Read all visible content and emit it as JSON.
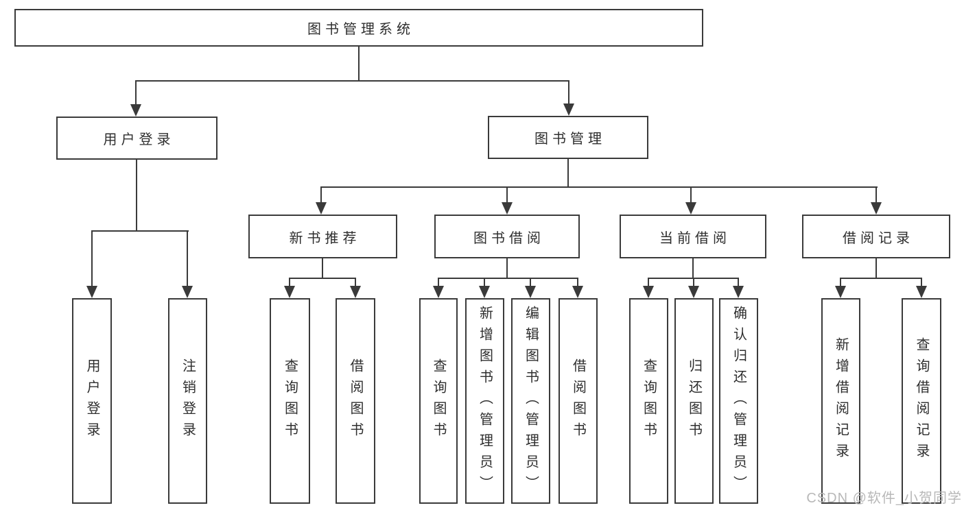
{
  "title": {
    "label": "图书管理系统"
  },
  "level2": {
    "user_login": {
      "label": "用户登录"
    },
    "book_mgmt": {
      "label": "图书管理"
    }
  },
  "level3": {
    "new_book": {
      "label": "新书推荐"
    },
    "book_borrow": {
      "label": "图书借阅"
    },
    "current_borrow": {
      "label": "当前借阅"
    },
    "borrow_record": {
      "label": "借阅记录"
    }
  },
  "leaves": {
    "user_login": {
      "label": "用户登录"
    },
    "logout": {
      "label": "注销登录"
    },
    "nb_query_book": {
      "label": "查询图书"
    },
    "nb_borrow_book": {
      "label": "借阅图书"
    },
    "bb_query_book": {
      "label": "查询图书"
    },
    "bb_add_book": {
      "label": "新增图书（管理员）"
    },
    "bb_edit_book": {
      "label": "编辑图书（管理员）"
    },
    "bb_borrow_book": {
      "label": "借阅图书"
    },
    "cb_query_book": {
      "label": "查询图书"
    },
    "cb_return_book": {
      "label": "归还图书"
    },
    "cb_confirm_return": {
      "label": "确认归还（管理员）"
    },
    "br_add_record": {
      "label": "新增借阅记录"
    },
    "br_query_record": {
      "label": "查询借阅记录"
    }
  },
  "watermark": {
    "text": "CSDN @软件_小贺同学"
  },
  "colors": {
    "line": "#3a3a3a",
    "text": "#2e2e2e",
    "watermark": "#b8b8b8",
    "background": "#ffffff"
  }
}
